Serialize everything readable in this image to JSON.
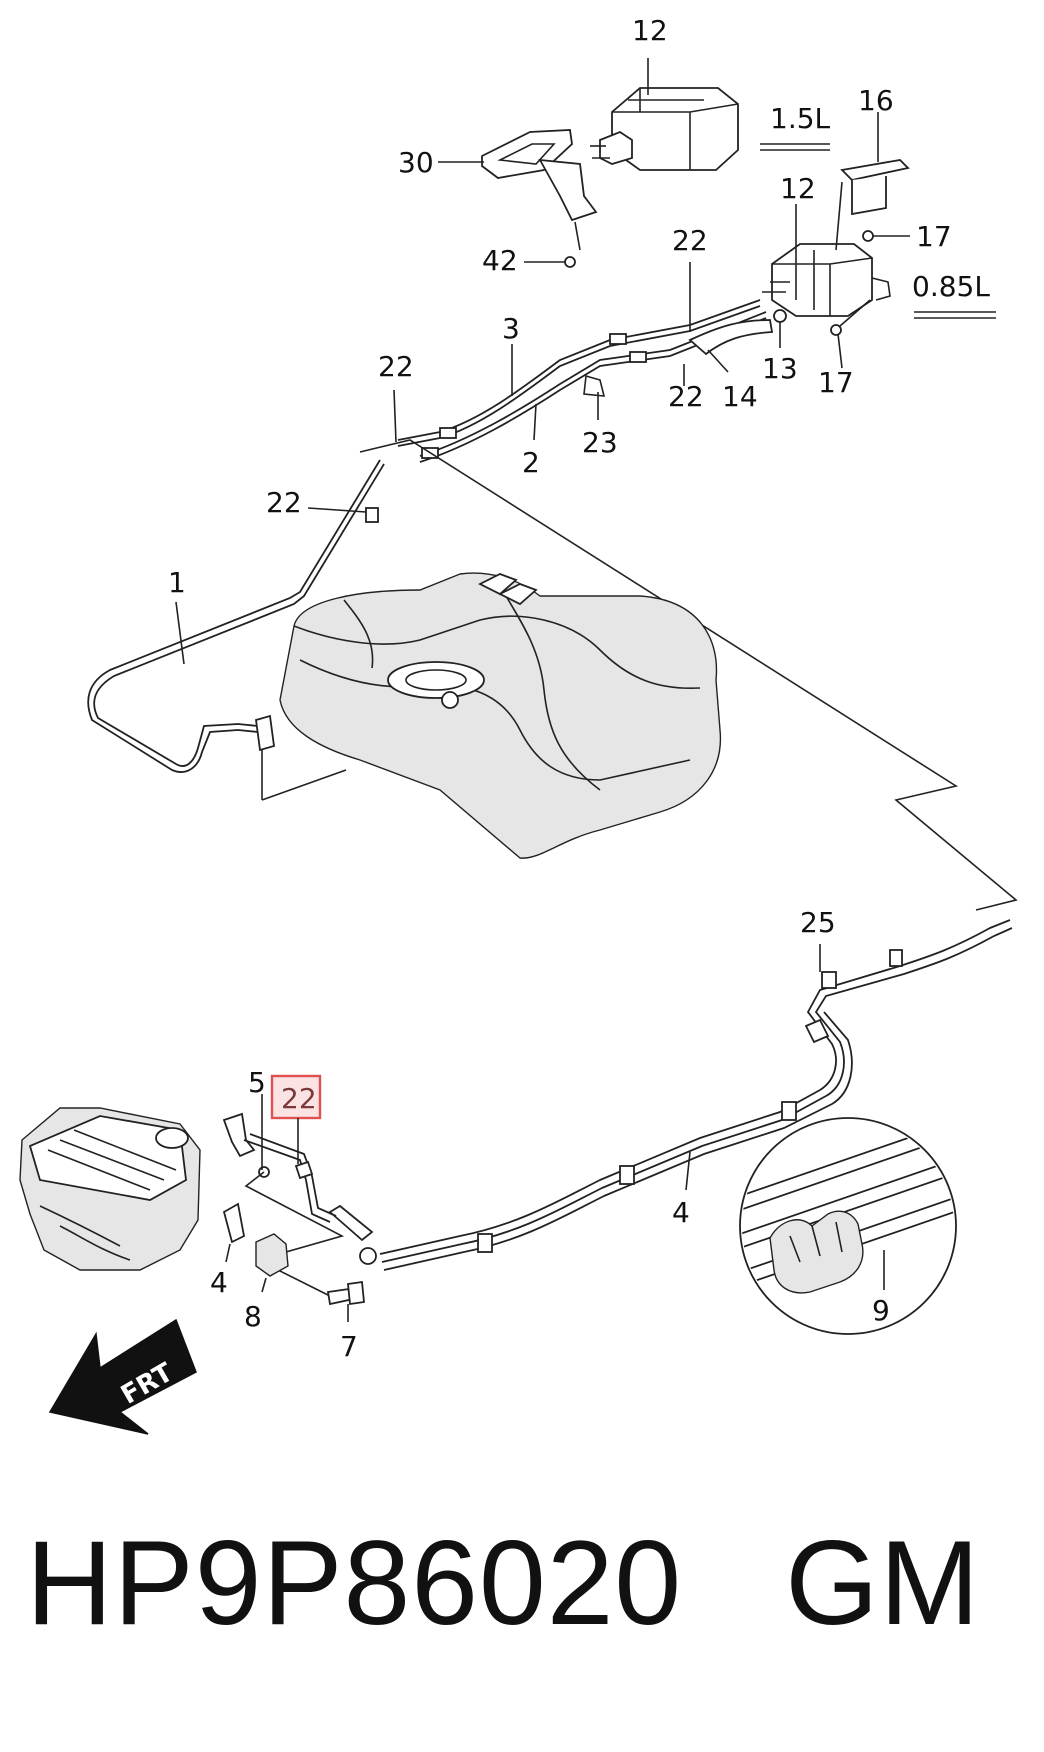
{
  "callouts": [
    {
      "id": "c12a",
      "label": "12"
    },
    {
      "id": "c12b",
      "label": "12"
    },
    {
      "id": "c16",
      "label": "16"
    },
    {
      "id": "c17a",
      "label": "17"
    },
    {
      "id": "c17b",
      "label": "17"
    },
    {
      "id": "c30",
      "label": "30"
    },
    {
      "id": "c42",
      "label": "42"
    },
    {
      "id": "c22a",
      "label": "22"
    },
    {
      "id": "c22b",
      "label": "22"
    },
    {
      "id": "c22c",
      "label": "22"
    },
    {
      "id": "c22d",
      "label": "22"
    },
    {
      "id": "c22e",
      "label": "22"
    },
    {
      "id": "c3",
      "label": "3"
    },
    {
      "id": "c2",
      "label": "2"
    },
    {
      "id": "c23",
      "label": "23"
    },
    {
      "id": "c13",
      "label": "13"
    },
    {
      "id": "c14",
      "label": "14"
    },
    {
      "id": "c1",
      "label": "1"
    },
    {
      "id": "c25",
      "label": "25"
    },
    {
      "id": "c5",
      "label": "5"
    },
    {
      "id": "c4a",
      "label": "4"
    },
    {
      "id": "c4b",
      "label": "4"
    },
    {
      "id": "c8",
      "label": "8"
    },
    {
      "id": "c7",
      "label": "7"
    },
    {
      "id": "c9",
      "label": "9"
    }
  ],
  "highlighted_callout": {
    "label": "22",
    "highlight_color": "#e05050",
    "fill_color": "#fbe3e3"
  },
  "notes": {
    "canister_large": "1.5L",
    "canister_small": "0.85L"
  },
  "direction_arrow": {
    "label": "FRT"
  },
  "footer": {
    "part_number": "HP9P86020",
    "brand": "GM"
  }
}
